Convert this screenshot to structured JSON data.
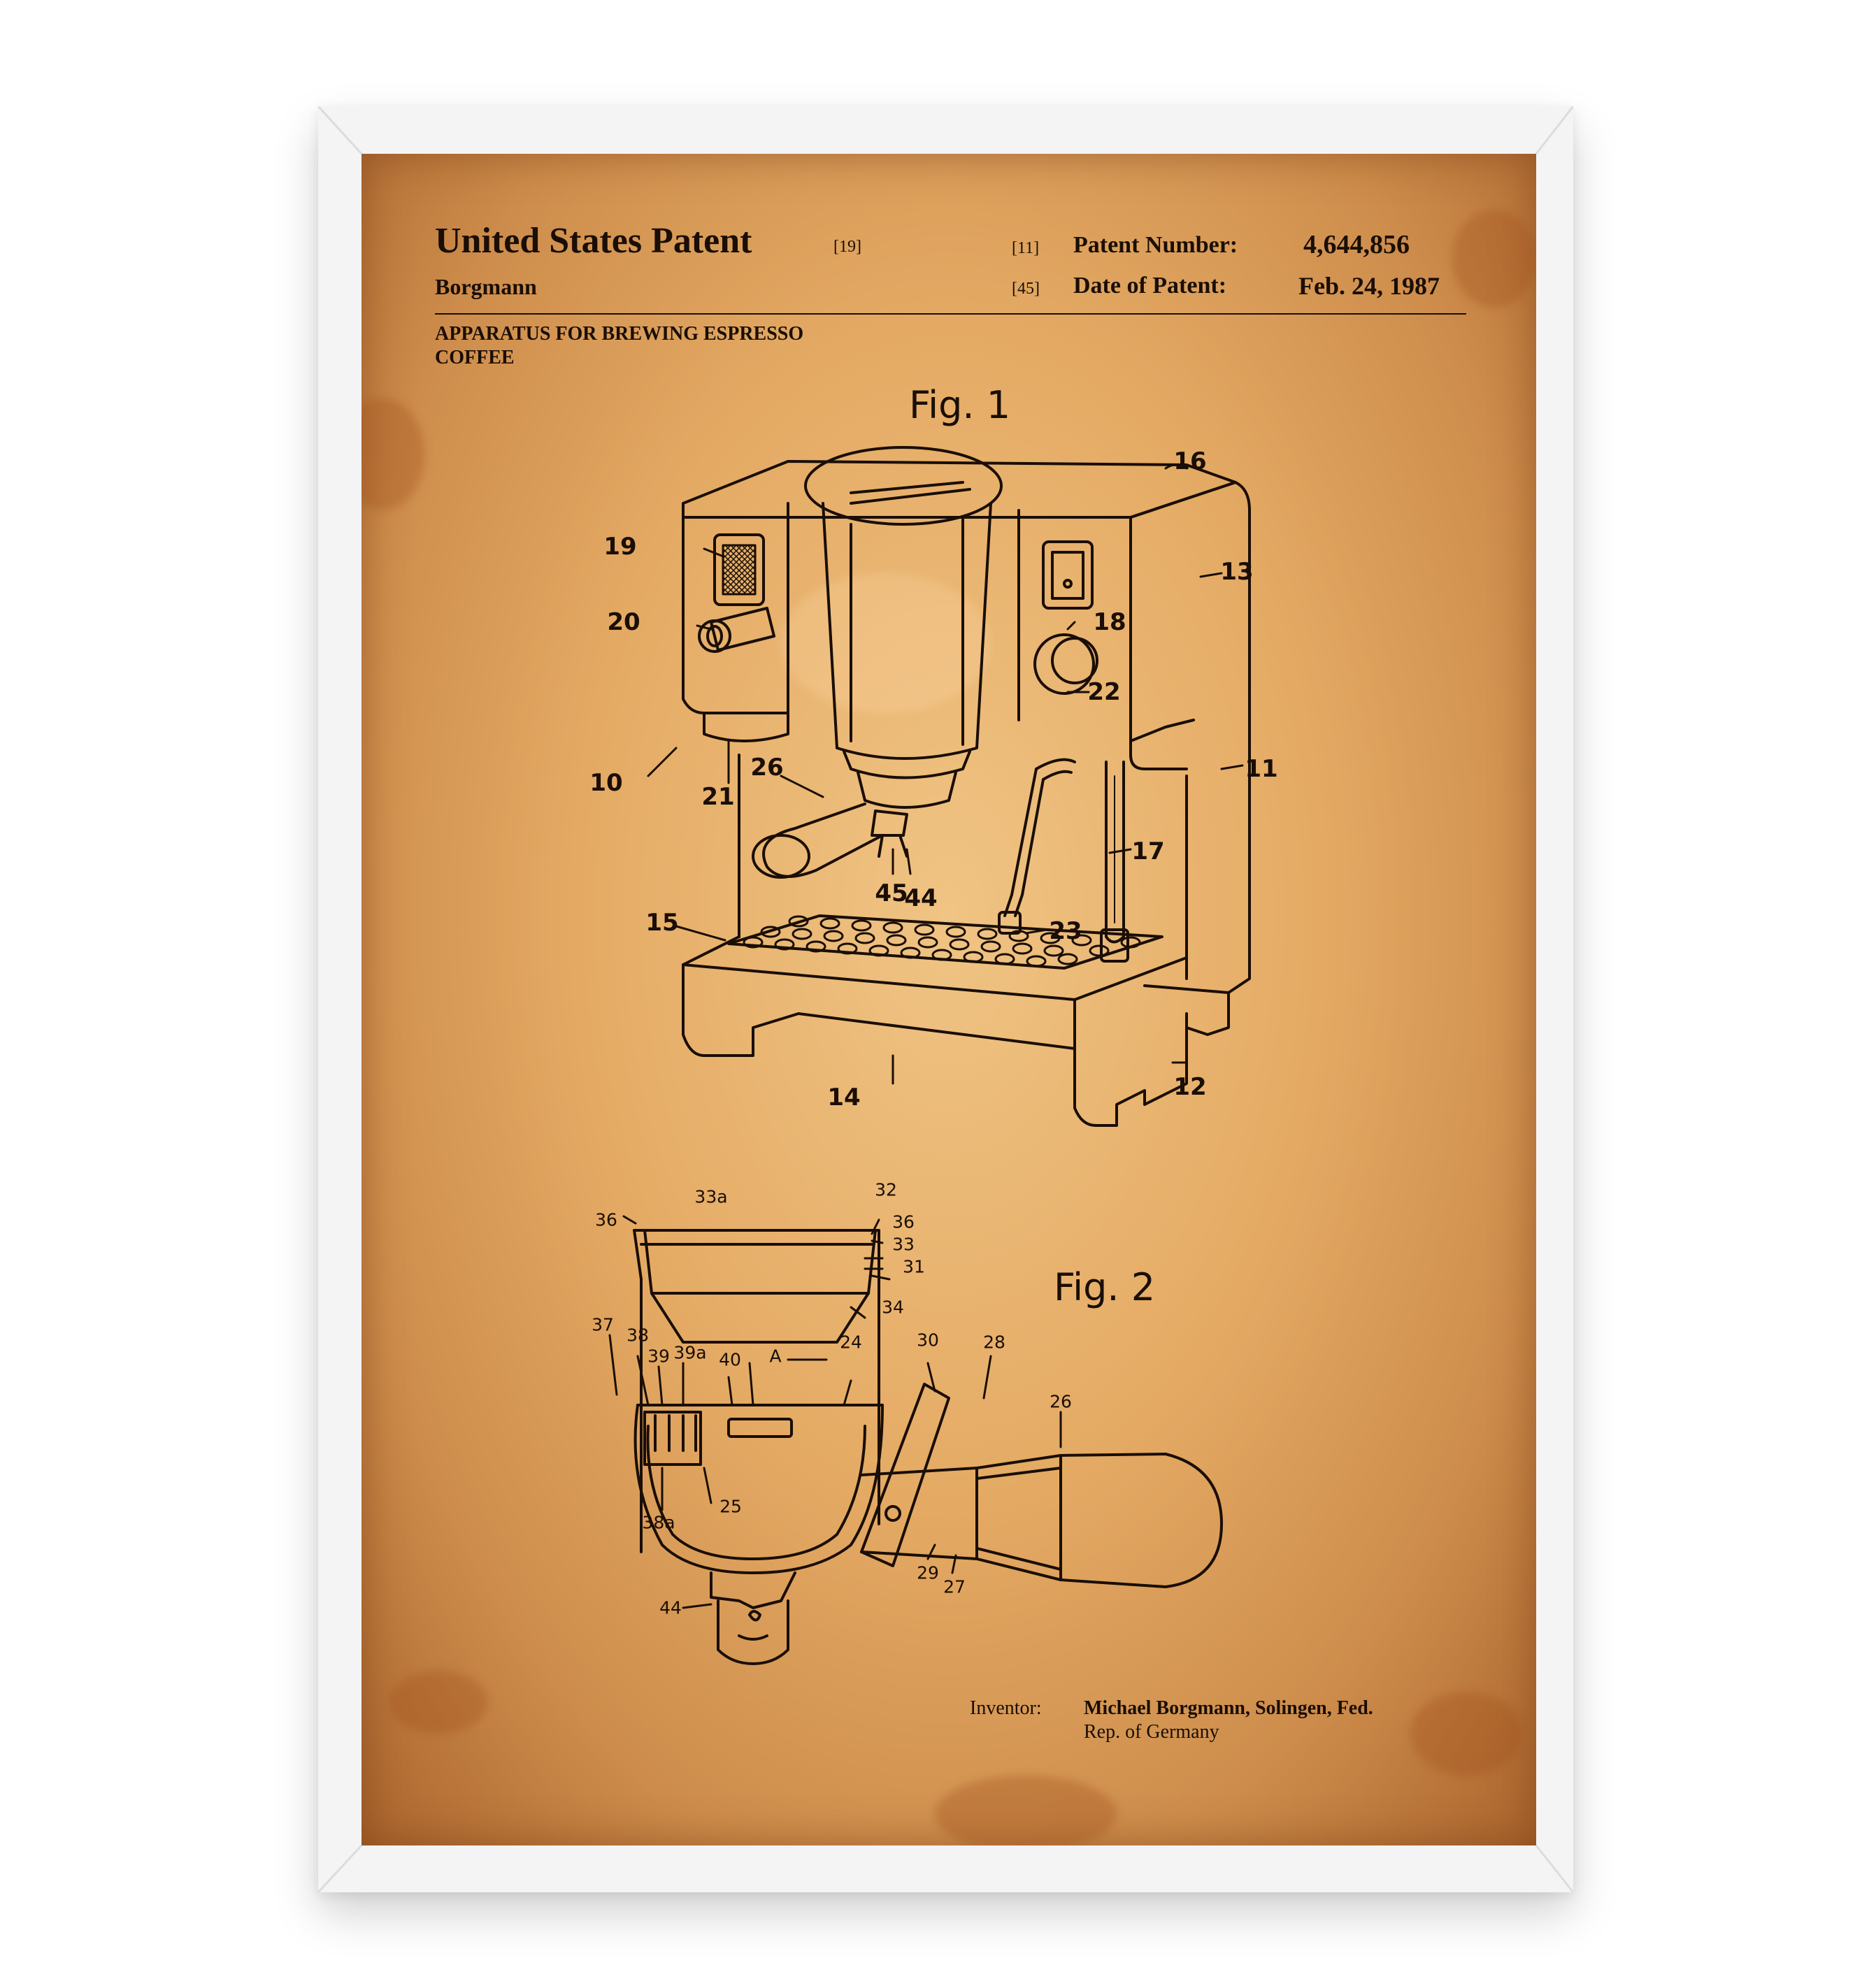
{
  "header": {
    "title": "United States Patent",
    "title_code": "[19]",
    "inventor_short": "Borgmann",
    "number_code": "[11]",
    "number_label": "Patent Number:",
    "number_value": "4,644,856",
    "date_code": "[45]",
    "date_label": "Date of Patent:",
    "date_value": "Feb. 24, 1987",
    "subject_line1": "APPARATUS FOR BREWING ESPRESSO",
    "subject_line2": "COFFEE"
  },
  "figures": {
    "fig1_title": "Fig. 1",
    "fig2_title": "Fig. 2"
  },
  "fig1_labels": [
    "16",
    "19",
    "20",
    "13",
    "18",
    "22",
    "10",
    "21",
    "26",
    "11",
    "17",
    "45",
    "44",
    "15",
    "23",
    "14",
    "12"
  ],
  "fig2_labels": [
    "33a",
    "32",
    "36",
    "36",
    "33",
    "31",
    "34",
    "37",
    "38",
    "39",
    "39a",
    "40",
    "A",
    "24",
    "30",
    "28",
    "26",
    "38a",
    "25",
    "29",
    "27",
    "44"
  ],
  "footer": {
    "inventor_label": "Inventor:",
    "inventor_line1": "Michael Borgmann, Solingen, Fed.",
    "inventor_line2": "Rep. of Germany"
  },
  "colors": {
    "paper": "#e4aa64",
    "ink": "#1a0e06",
    "frame": "#f4f4f4"
  }
}
